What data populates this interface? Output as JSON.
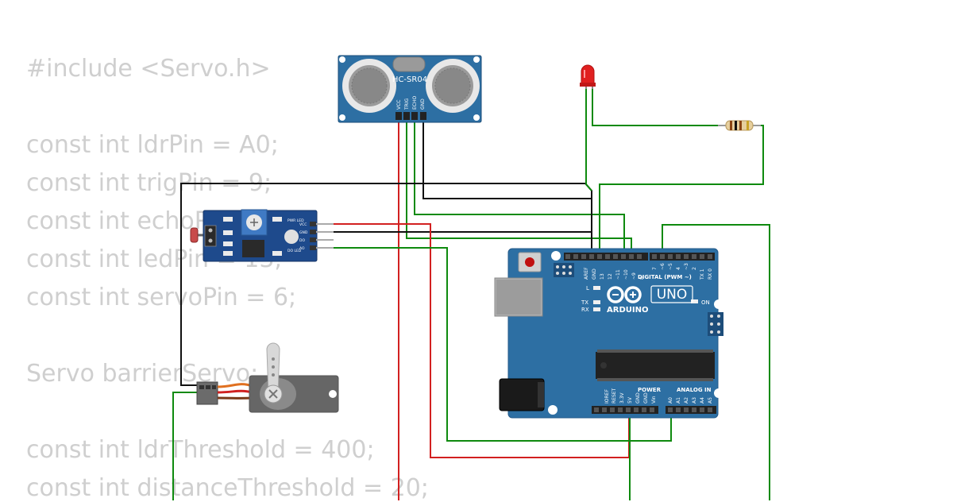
{
  "code_lines": [
    "#include <Servo.h>",
    "",
    "const int ldrPin = A0;",
    "const int trigPin = 9;",
    "const int echoPin = 10;",
    "const int ledPin = 13;",
    "const int servoPin = 6;",
    "",
    "Servo barrierServo;",
    "",
    "const int ldrThreshold = 400;",
    "const int distanceThreshold = 20;"
  ],
  "hcsr04": {
    "label": "HC-SR04",
    "pins": [
      "VCC",
      "TRIG",
      "ECHO",
      "GND"
    ]
  },
  "ldr_module": {
    "pins": [
      "VCC",
      "GND",
      "DO",
      "AO"
    ],
    "pwr_label": "PWR LED",
    "do_label": "DO LED"
  },
  "arduino": {
    "brand": "ARDUINO",
    "model": "UNO",
    "digital_label": "DIGITAL (PWM ~)",
    "power_label": "POWER",
    "analog_label": "ANALOG IN",
    "on_label": "ON",
    "l_label": "L",
    "tx_label": "TX",
    "rx_label": "RX",
    "top_pins": [
      "AREF",
      "GND",
      "13",
      "12",
      "~11",
      "~10",
      "~9",
      "8"
    ],
    "top_pins_right": [
      "7",
      "~6",
      "~5",
      "4",
      "~3",
      "2",
      "TX 1",
      "RX 0"
    ],
    "power_pins": [
      "IOREF",
      "RESET",
      "3.3V",
      "5V",
      "GND",
      "GND",
      "Vin"
    ],
    "analog_pins": [
      "A0",
      "A1",
      "A2",
      "A3",
      "A4",
      "A5"
    ]
  },
  "colors": {
    "board": "#2d6fa3",
    "wire_green": "#0e8a0e",
    "wire_red": "#d22020",
    "wire_black": "#111111",
    "code_text": "#cfcfcf"
  }
}
